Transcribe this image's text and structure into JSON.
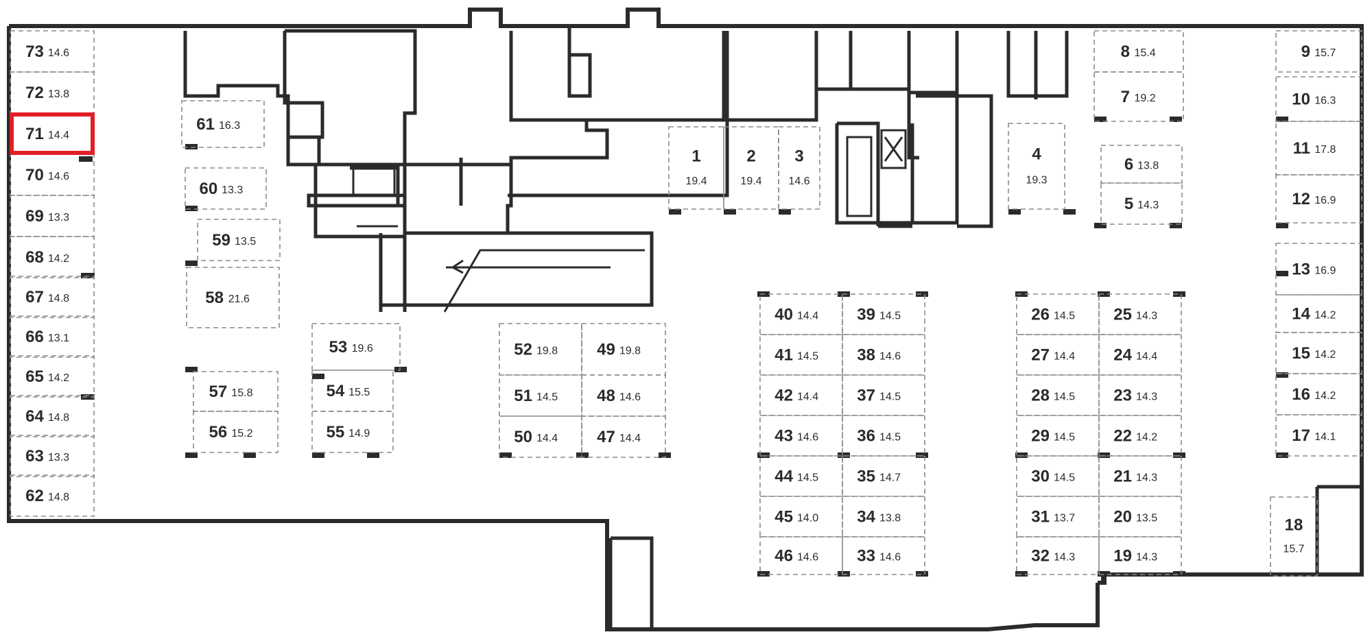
{
  "colors": {
    "wall": "#2b2b2b",
    "dash": "#8a8a8a",
    "highlight": "#e02028",
    "background": "#ffffff"
  },
  "selected_spot": "71",
  "spots": [
    {
      "id": "73",
      "area": "14.6"
    },
    {
      "id": "72",
      "area": "13.8"
    },
    {
      "id": "71",
      "area": "14.4"
    },
    {
      "id": "70",
      "area": "14.6"
    },
    {
      "id": "69",
      "area": "13.3"
    },
    {
      "id": "68",
      "area": "14.2"
    },
    {
      "id": "67",
      "area": "14.8"
    },
    {
      "id": "66",
      "area": "13.1"
    },
    {
      "id": "65",
      "area": "14.2"
    },
    {
      "id": "64",
      "area": "14.8"
    },
    {
      "id": "63",
      "area": "13.3"
    },
    {
      "id": "62",
      "area": "14.8"
    },
    {
      "id": "61",
      "area": "16.3"
    },
    {
      "id": "60",
      "area": "13.3"
    },
    {
      "id": "59",
      "area": "13.5"
    },
    {
      "id": "58",
      "area": "21.6"
    },
    {
      "id": "57",
      "area": "15.8"
    },
    {
      "id": "56",
      "area": "15.2"
    },
    {
      "id": "53",
      "area": "19.6"
    },
    {
      "id": "54",
      "area": "15.5"
    },
    {
      "id": "55",
      "area": "14.9"
    },
    {
      "id": "52",
      "area": "19.8"
    },
    {
      "id": "49",
      "area": "19.8"
    },
    {
      "id": "51",
      "area": "14.5"
    },
    {
      "id": "48",
      "area": "14.6"
    },
    {
      "id": "50",
      "area": "14.4"
    },
    {
      "id": "47",
      "area": "14.4"
    },
    {
      "id": "1",
      "area": "19.4"
    },
    {
      "id": "2",
      "area": "19.4"
    },
    {
      "id": "3",
      "area": "14.6"
    },
    {
      "id": "4",
      "area": "19.3"
    },
    {
      "id": "8",
      "area": "15.4"
    },
    {
      "id": "7",
      "area": "19.2"
    },
    {
      "id": "6",
      "area": "13.8"
    },
    {
      "id": "5",
      "area": "14.3"
    },
    {
      "id": "9",
      "area": "15.7"
    },
    {
      "id": "10",
      "area": "16.3"
    },
    {
      "id": "11",
      "area": "17.8"
    },
    {
      "id": "12",
      "area": "16.9"
    },
    {
      "id": "13",
      "area": "16.9"
    },
    {
      "id": "14",
      "area": "14.2"
    },
    {
      "id": "15",
      "area": "14.2"
    },
    {
      "id": "16",
      "area": "14.2"
    },
    {
      "id": "17",
      "area": "14.1"
    },
    {
      "id": "18",
      "area": "15.7"
    },
    {
      "id": "40",
      "area": "14.4"
    },
    {
      "id": "39",
      "area": "14.5"
    },
    {
      "id": "41",
      "area": "14.5"
    },
    {
      "id": "38",
      "area": "14.6"
    },
    {
      "id": "42",
      "area": "14.4"
    },
    {
      "id": "37",
      "area": "14.5"
    },
    {
      "id": "43",
      "area": "14.6"
    },
    {
      "id": "36",
      "area": "14.5"
    },
    {
      "id": "44",
      "area": "14.5"
    },
    {
      "id": "35",
      "area": "14.7"
    },
    {
      "id": "45",
      "area": "14.0"
    },
    {
      "id": "34",
      "area": "13.8"
    },
    {
      "id": "46",
      "area": "14.6"
    },
    {
      "id": "33",
      "area": "14.6"
    },
    {
      "id": "26",
      "area": "14.5"
    },
    {
      "id": "25",
      "area": "14.3"
    },
    {
      "id": "27",
      "area": "14.4"
    },
    {
      "id": "24",
      "area": "14.4"
    },
    {
      "id": "28",
      "area": "14.5"
    },
    {
      "id": "23",
      "area": "14.3"
    },
    {
      "id": "29",
      "area": "14.5"
    },
    {
      "id": "22",
      "area": "14.2"
    },
    {
      "id": "30",
      "area": "14.5"
    },
    {
      "id": "21",
      "area": "14.3"
    },
    {
      "id": "31",
      "area": "13.7"
    },
    {
      "id": "20",
      "area": "13.5"
    },
    {
      "id": "32",
      "area": "14.3"
    },
    {
      "id": "19",
      "area": "14.3"
    }
  ]
}
